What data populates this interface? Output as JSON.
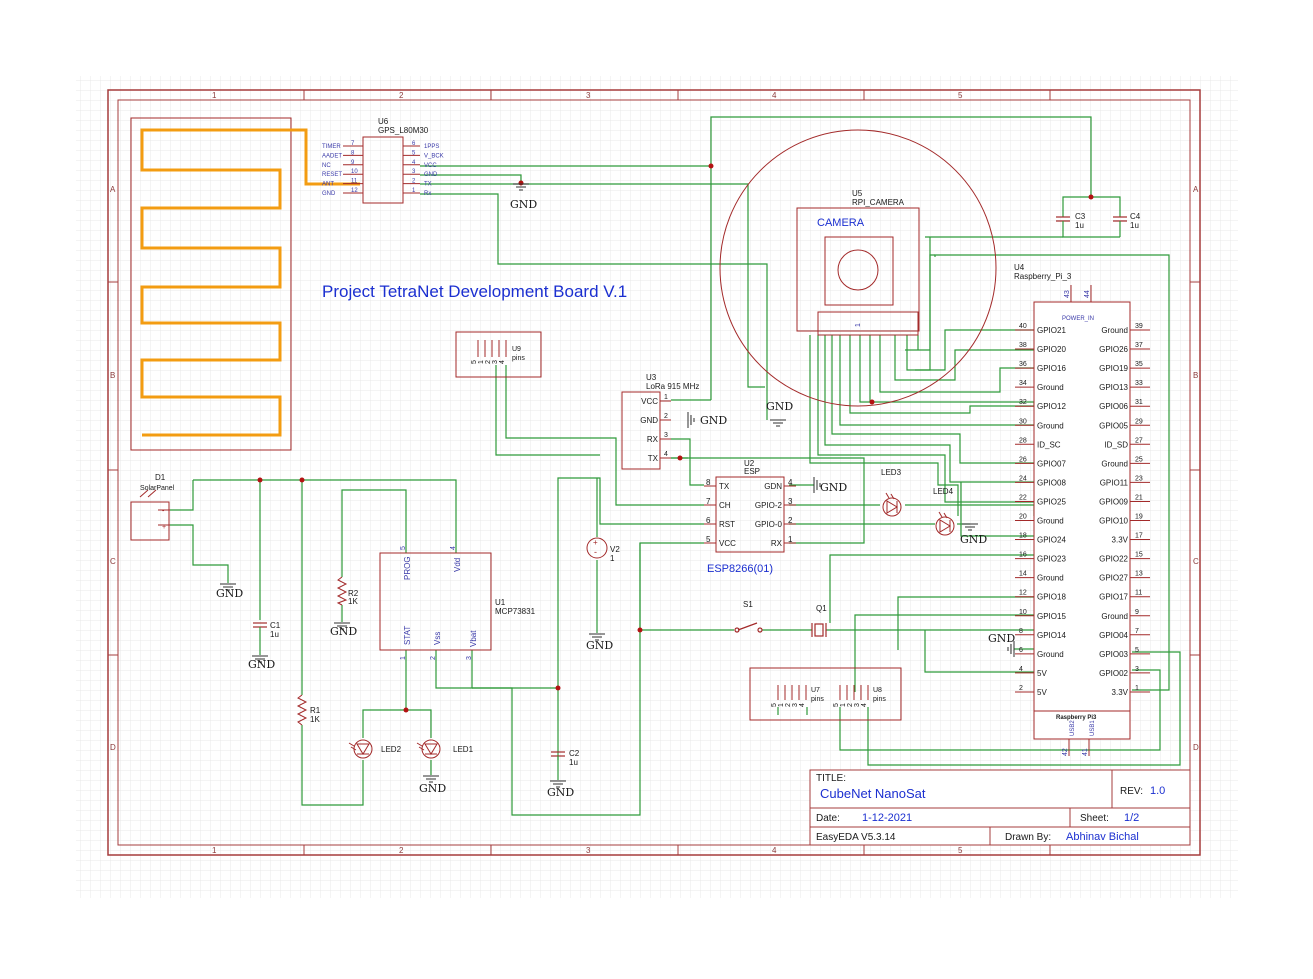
{
  "project_title": "Project TetraNet Development Board V.1",
  "frame": {
    "col_numbers": [
      "1",
      "2",
      "3",
      "4",
      "5"
    ],
    "row_letters": [
      "A",
      "B",
      "C",
      "D"
    ]
  },
  "title_block": {
    "title_label": "TITLE:",
    "title_value": "CubeNet NanoSat",
    "rev_label": "REV:",
    "rev_value": "1.0",
    "date_label": "Date:",
    "date_value": "1-12-2021",
    "sheet_label": "Sheet:",
    "sheet_value": "1/2",
    "tool": "EasyEDA V5.3.14",
    "drawn_label": "Drawn By:",
    "drawn_value": "Abhinav Bichal"
  },
  "gps": {
    "ref": "U6",
    "part": "GPS_L80M30",
    "left_pins": [
      {
        "name": "TIMER",
        "num": "7"
      },
      {
        "name": "AADET",
        "num": "8"
      },
      {
        "name": "NC",
        "num": "9"
      },
      {
        "name": "RESET",
        "num": "10"
      },
      {
        "name": "ANT",
        "num": "11"
      },
      {
        "name": "GND",
        "num": "12"
      }
    ],
    "right_pins": [
      {
        "num": "6",
        "name": "1PPS"
      },
      {
        "num": "5",
        "name": "V_BCK"
      },
      {
        "num": "4",
        "name": "VCC"
      },
      {
        "num": "3",
        "name": "GND"
      },
      {
        "num": "2",
        "name": "TX"
      },
      {
        "num": "1",
        "name": "Rx"
      }
    ]
  },
  "camera": {
    "ref": "U5",
    "part": "RPI_CAMERA",
    "label": "CAMERA",
    "pin1": "1"
  },
  "caps_top": [
    {
      "ref": "C3",
      "val": "1u"
    },
    {
      "ref": "C4",
      "val": "1u"
    }
  ],
  "rpi": {
    "ref": "U4",
    "part": "Raspberry_Pi_3",
    "power_label": "POWER_IN",
    "top_pins": [
      "43",
      "44"
    ],
    "bottom_label": "Raspberry Pi3",
    "usb_pins": [
      {
        "num": "42",
        "name": "USB2"
      },
      {
        "num": "41",
        "name": "USB1"
      }
    ],
    "rows": [
      {
        "ln": "40",
        "l": "GPIO21",
        "r": "Ground",
        "rn": "39"
      },
      {
        "ln": "38",
        "l": "GPIO20",
        "r": "GPIO26",
        "rn": "37"
      },
      {
        "ln": "36",
        "l": "GPIO16",
        "r": "GPIO19",
        "rn": "35"
      },
      {
        "ln": "34",
        "l": "Ground",
        "r": "GPIO13",
        "rn": "33"
      },
      {
        "ln": "32",
        "l": "GPIO12",
        "r": "GPIO06",
        "rn": "31"
      },
      {
        "ln": "30",
        "l": "Ground",
        "r": "GPIO05",
        "rn": "29"
      },
      {
        "ln": "28",
        "l": "ID_SC",
        "r": "ID_SD",
        "rn": "27"
      },
      {
        "ln": "26",
        "l": "GPIO07",
        "r": "Ground",
        "rn": "25"
      },
      {
        "ln": "24",
        "l": "GPIO08",
        "r": "GPIO11",
        "rn": "23"
      },
      {
        "ln": "22",
        "l": "GPIO25",
        "r": "GPIO09",
        "rn": "21"
      },
      {
        "ln": "20",
        "l": "Ground",
        "r": "GPIO10",
        "rn": "19"
      },
      {
        "ln": "18",
        "l": "GPIO24",
        "r": "3.3V",
        "rn": "17"
      },
      {
        "ln": "16",
        "l": "GPIO23",
        "r": "GPIO22",
        "rn": "15"
      },
      {
        "ln": "14",
        "l": "Ground",
        "r": "GPIO27",
        "rn": "13"
      },
      {
        "ln": "12",
        "l": "GPIO18",
        "r": "GPIO17",
        "rn": "11"
      },
      {
        "ln": "10",
        "l": "GPIO15",
        "r": "Ground",
        "rn": "9"
      },
      {
        "ln": "8",
        "l": "GPIO14",
        "r": "GPIO04",
        "rn": "7"
      },
      {
        "ln": "6",
        "l": "Ground",
        "r": "GPIO03",
        "rn": "5"
      },
      {
        "ln": "4",
        "l": "5V",
        "r": "GPIO02",
        "rn": "3"
      },
      {
        "ln": "2",
        "l": "5V",
        "r": "3.3V",
        "rn": "1"
      }
    ]
  },
  "lora": {
    "ref": "U3",
    "part": "LoRa 915 MHz",
    "pins": [
      {
        "name": "VCC",
        "num": "1"
      },
      {
        "name": "GND",
        "num": "2"
      },
      {
        "name": "RX",
        "num": "3"
      },
      {
        "name": "TX",
        "num": "4"
      }
    ]
  },
  "esp": {
    "ref": "U2",
    "part": "ESP",
    "caption": "ESP8266(01)",
    "left": [
      {
        "num": "8",
        "name": "TX"
      },
      {
        "num": "7",
        "name": "CH"
      },
      {
        "num": "6",
        "name": "RST"
      },
      {
        "num": "5",
        "name": "VCC"
      }
    ],
    "right": [
      {
        "name": "GDN",
        "num": "4"
      },
      {
        "name": "GPIO-2",
        "num": "3"
      },
      {
        "name": "GPIO-0",
        "num": "2"
      },
      {
        "name": "RX",
        "num": "1"
      }
    ]
  },
  "u9": {
    "ref": "U9",
    "label": "pins",
    "pins": [
      "5",
      "1",
      "2",
      "3",
      "4"
    ]
  },
  "u7": {
    "ref": "U7",
    "label": "pins",
    "pins": [
      "5",
      "1",
      "2",
      "3",
      "4"
    ]
  },
  "u8": {
    "ref": "U8",
    "label": "pins",
    "pins": [
      "5",
      "1",
      "2",
      "3",
      "4"
    ]
  },
  "solar": {
    "ref": "D1",
    "part": "SolarPanel",
    "plus": "+",
    "minus": "-"
  },
  "charger": {
    "ref": "U1",
    "part": "MCP73831",
    "pins": {
      "prog": "PROG",
      "prog_n": "5",
      "vdd": "Vdd",
      "vdd_n": "4",
      "stat": "STAT",
      "stat_n": "1",
      "vss": "Vss",
      "vss_n": "2",
      "vbat": "Vbat",
      "vbat_n": "3"
    }
  },
  "v2": {
    "ref": "V2",
    "val": "1",
    "plus": "+",
    "minus": "-"
  },
  "parts": {
    "c1": {
      "ref": "C1",
      "val": "1u"
    },
    "c2": {
      "ref": "C2",
      "val": "1u"
    },
    "r1": {
      "ref": "R1",
      "val": "1K"
    },
    "r2": {
      "ref": "R2",
      "val": "1K"
    },
    "s1": {
      "ref": "S1"
    },
    "q1": {
      "ref": "Q1"
    },
    "led1": {
      "ref": "LED1"
    },
    "led2": {
      "ref": "LED2"
    },
    "led3": {
      "ref": "LED3"
    },
    "led4": {
      "ref": "LED4"
    }
  },
  "gnd_label": "GND",
  "colors": {
    "wire": "#2f9a3a",
    "frame": "#a63c3c",
    "part": "#a32a2a",
    "text": "#1a1a1a",
    "pin": "#3a3aa8",
    "title": "#1b2fd0",
    "antenna": "#f39c12",
    "grid": "#e6e6e6"
  }
}
